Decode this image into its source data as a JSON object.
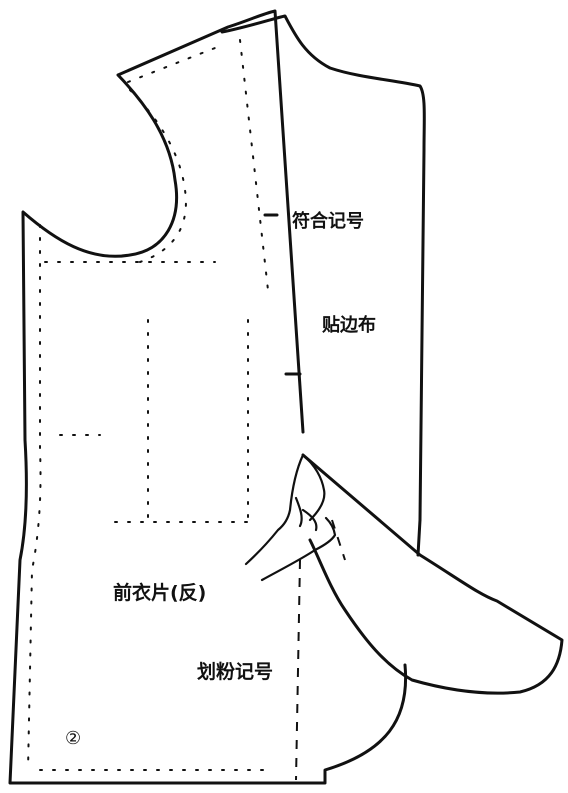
{
  "labels": {
    "notch_mark": "符合记号",
    "facing": "贴边布",
    "front_panel_reverse": "前衣片(反)",
    "chalk_mark": "划粉记号",
    "step_number": "②"
  },
  "colors": {
    "line": "#111111",
    "background": "#ffffff"
  }
}
